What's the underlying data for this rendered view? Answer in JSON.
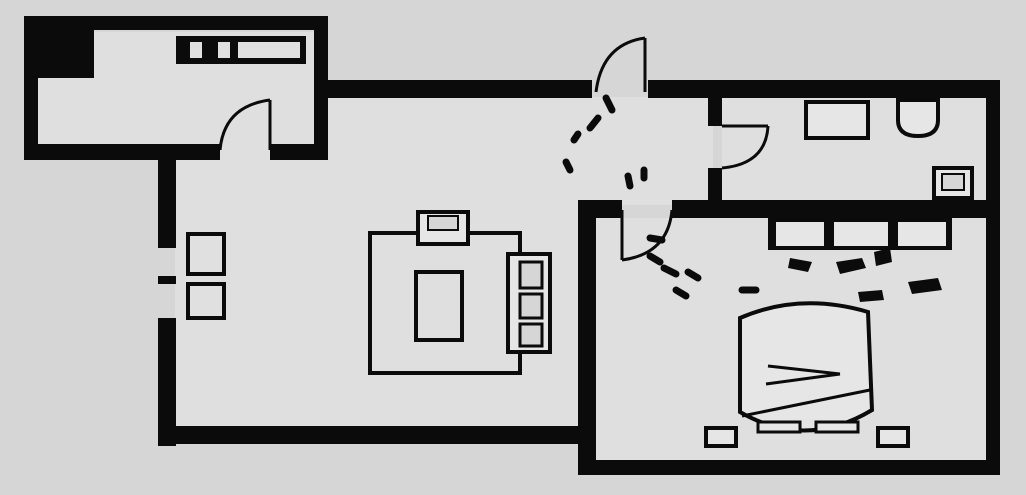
{
  "palette": {
    "background": "#d6d6d6",
    "wall": "#0b0b0b",
    "floor": "#dedede",
    "furniture_fill": "#e6e6e6"
  },
  "elements": {
    "doors": [
      "door-entry",
      "door-closet",
      "door-bathroom",
      "door-bedroom"
    ],
    "furniture": [
      "rug",
      "armchair",
      "sofa",
      "coffee-table",
      "wall-cabinets",
      "bathtub",
      "toilet",
      "sink",
      "wardrobe",
      "double-bed",
      "nightstands"
    ],
    "windows": [
      "left-wall-windows",
      "closet-window"
    ]
  }
}
